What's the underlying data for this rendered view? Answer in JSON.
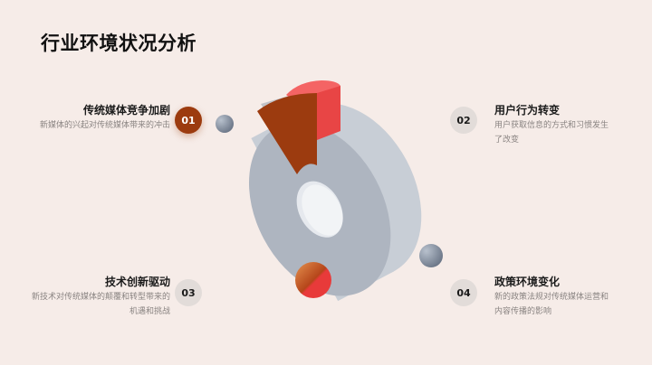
{
  "page": {
    "title": "行业环境状况分析"
  },
  "items": [
    {
      "number": "01",
      "title": "传统媒体竞争加剧",
      "description": "新媒体的兴起对传统媒体带来的冲击",
      "active": true
    },
    {
      "number": "02",
      "title": "用户行为转变",
      "description": "用户获取信息的方式和习惯发生了改变",
      "active": false
    },
    {
      "number": "03",
      "title": "技术创新驱动",
      "description": "新技术对传统媒体的颠覆和转型带来的机遇和挑战",
      "active": false
    },
    {
      "number": "04",
      "title": "政策环境变化",
      "description": "新的政策法规对传统媒体运营和内容传播的影响",
      "active": false
    }
  ],
  "colors": {
    "background": "#f6ece8",
    "accent_dark": "#9c3b0f",
    "accent_red": "#e84545",
    "ring_gray": "#aeb5c0",
    "badge_inactive": "#e2dcd9"
  }
}
